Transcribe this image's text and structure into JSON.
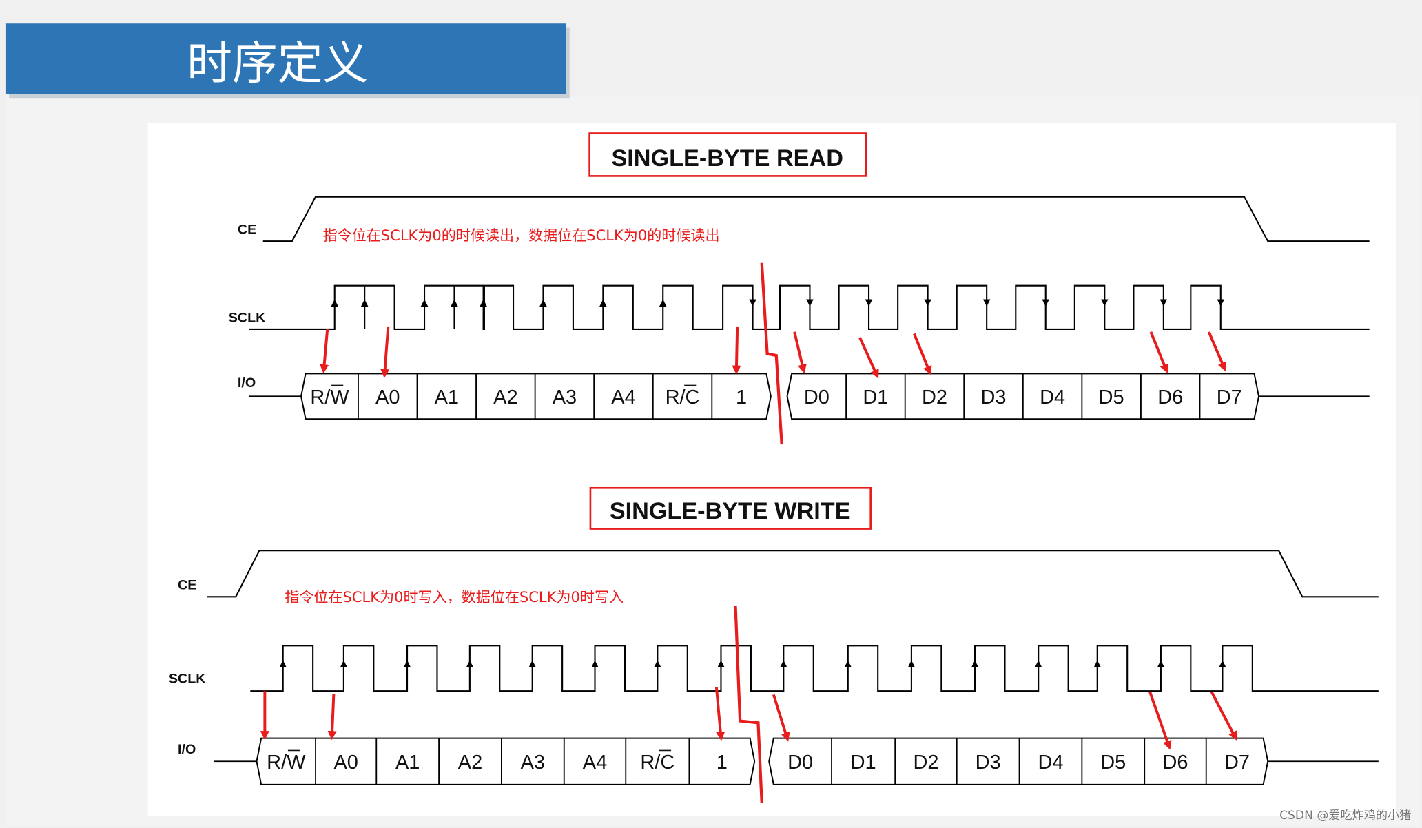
{
  "slide": {
    "title": "时序定义",
    "colors": {
      "title_bar": "#2e75b6",
      "title_text": "#ffffff",
      "annotation": "#e81c1c",
      "signal": "#000000"
    }
  },
  "read_diagram": {
    "title": "SINGLE-BYTE READ",
    "note": "指令位在SCLK为0的时候读出，数据位在SCLK为0的时候读出",
    "signals": {
      "ce": "CE",
      "sclk": "SCLK",
      "io": "I/O"
    },
    "command_bits": [
      "R/W",
      "A0",
      "A1",
      "A2",
      "A3",
      "A4",
      "R/C",
      "1"
    ],
    "data_bits": [
      "D0",
      "D1",
      "D2",
      "D3",
      "D4",
      "D5",
      "D6",
      "D7"
    ]
  },
  "write_diagram": {
    "title": "SINGLE-BYTE WRITE",
    "note": "指令位在SCLK为0时写入，数据位在SCLK为0时写入",
    "signals": {
      "ce": "CE",
      "sclk": "SCLK",
      "io": "I/O"
    },
    "command_bits": [
      "R/W",
      "A0",
      "A1",
      "A2",
      "A3",
      "A4",
      "R/C",
      "1"
    ],
    "data_bits": [
      "D0",
      "D1",
      "D2",
      "D3",
      "D4",
      "D5",
      "D6",
      "D7"
    ]
  },
  "footer": {
    "watermark": "CSDN @爱吃炸鸡的小猪"
  }
}
